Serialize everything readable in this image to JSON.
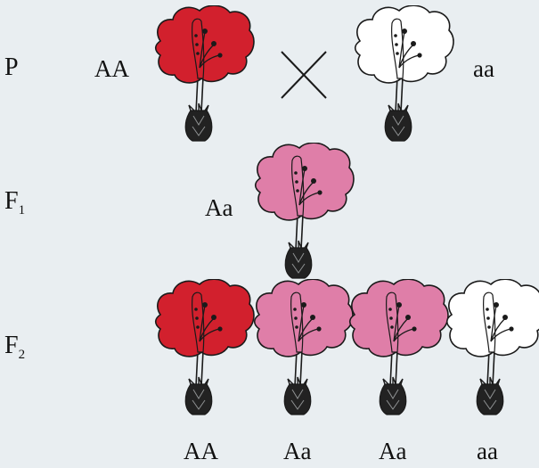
{
  "diagram": {
    "generations": {
      "p": "P",
      "f1": {
        "letter": "F",
        "sub": "1"
      },
      "f2": {
        "letter": "F",
        "sub": "2"
      }
    },
    "genotypes": {
      "p_left": "AA",
      "p_right": "aa",
      "f1": "Aa",
      "f2": [
        "AA",
        "Aa",
        "Aa",
        "aa"
      ]
    },
    "cross_symbol": "×",
    "colors": {
      "red": "#d2202d",
      "pink": "#df7ea8",
      "white": "#ffffff",
      "outline": "#1a1a1a",
      "background": "#e9eef1"
    },
    "flowers": [
      {
        "id": "p-red",
        "color": "red"
      },
      {
        "id": "p-white",
        "color": "white"
      },
      {
        "id": "f1-pink",
        "color": "pink"
      },
      {
        "id": "f2-red",
        "color": "red"
      },
      {
        "id": "f2-pink-1",
        "color": "pink"
      },
      {
        "id": "f2-pink-2",
        "color": "pink"
      },
      {
        "id": "f2-white",
        "color": "white"
      }
    ]
  }
}
